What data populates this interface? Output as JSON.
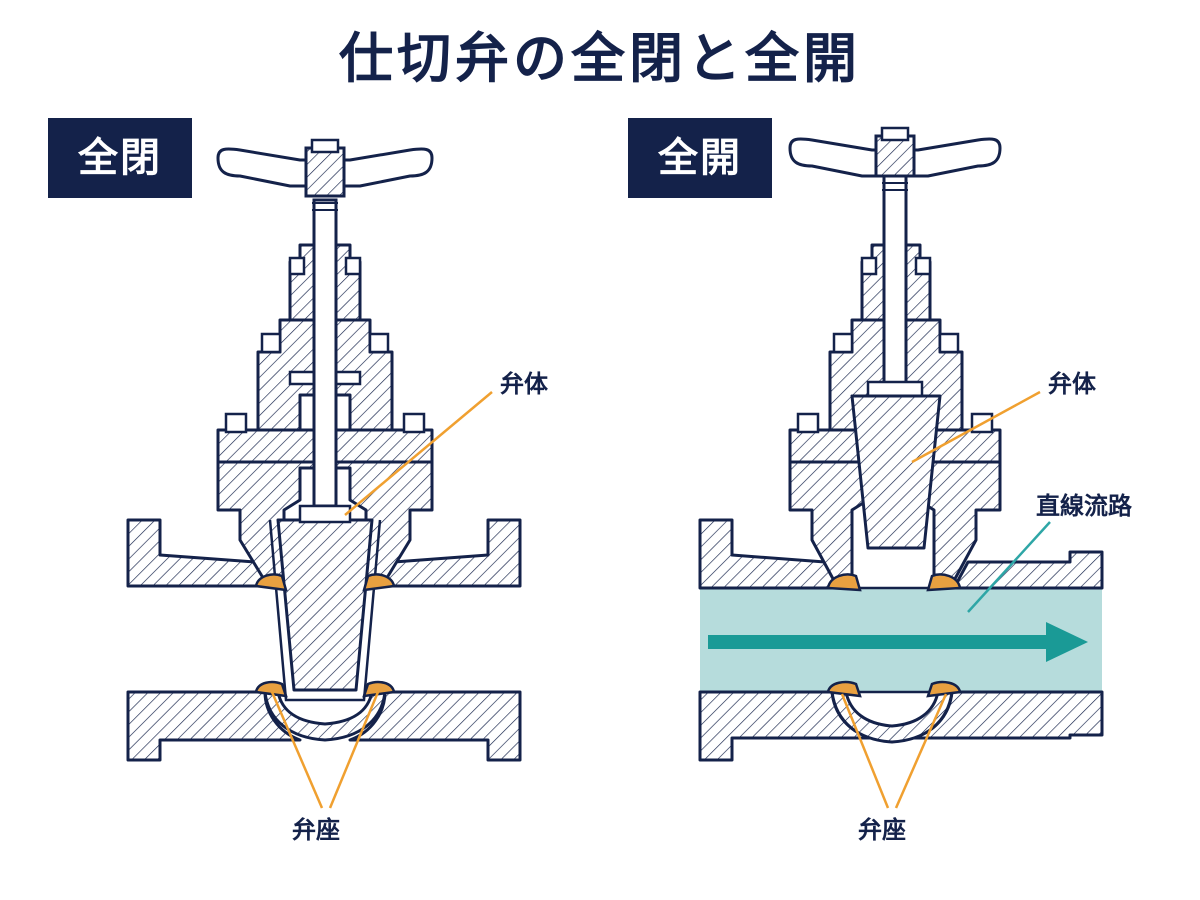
{
  "title": "仕切弁の全閉と全開",
  "colors": {
    "navy": "#14224a",
    "body_fill": "#ffffff",
    "leader_orange": "#f0a030",
    "seat_orange": "#e8a040",
    "flow_fill": "#b6dcdc",
    "flow_arrow": "#1a9a96",
    "flow_leader": "#2ea6a6"
  },
  "panels": [
    {
      "badge": "全閉",
      "labels": {
        "body": "弁体",
        "seat": "弁座"
      }
    },
    {
      "badge": "全開",
      "labels": {
        "body": "弁体",
        "seat": "弁座",
        "flow": "直線流路"
      }
    }
  ]
}
